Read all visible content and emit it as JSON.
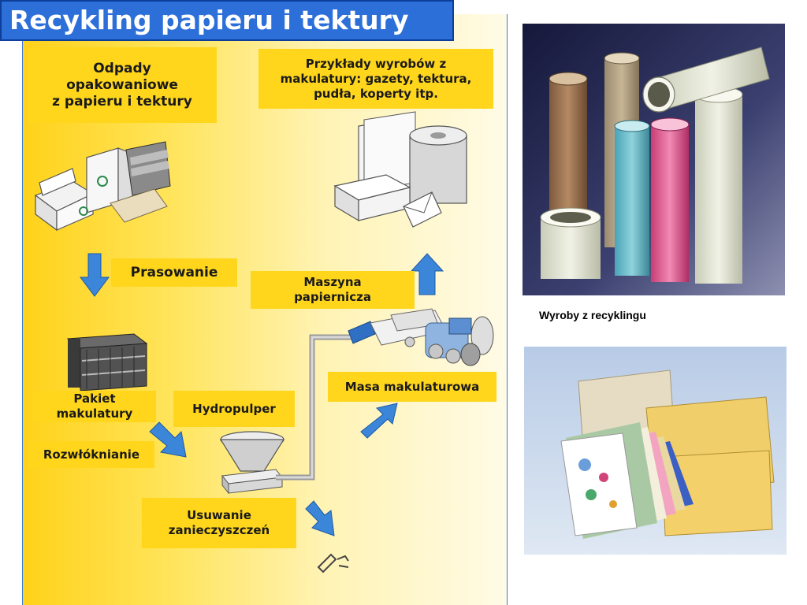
{
  "slide_title": "Recykling papieru i tektury",
  "boxes": {
    "packaging_waste": [
      "Odpady",
      "opakowaniowe",
      "z papieru i tektury"
    ],
    "products_examples": [
      "Przykłady wyrobów z",
      "makulatury: gazety, tektura,",
      "pudła, koperty itp."
    ],
    "pressing": "Prasowanie",
    "paper_machine": [
      "Maszyna",
      "papiernicza"
    ],
    "bale": [
      "Pakiet",
      "makulatury"
    ],
    "hydropulper": "Hydropulper",
    "pulp": "Masa makulaturowa",
    "defibering": "Rozwłóknianie",
    "contaminant_removal": [
      "Usuwanie",
      "zanieczyszczeń"
    ]
  },
  "photo_caption": "Wyroby z recyklingu",
  "photos": {
    "tubes": "recycled-cardboard-tubes-photo",
    "folders": "recycled-paper-folders-photo"
  },
  "colors": {
    "title_bar": "#2d6fd9",
    "label_box": "#ffd61c",
    "arrow": "#3b86d8",
    "pipe": "#9a9a9a"
  }
}
